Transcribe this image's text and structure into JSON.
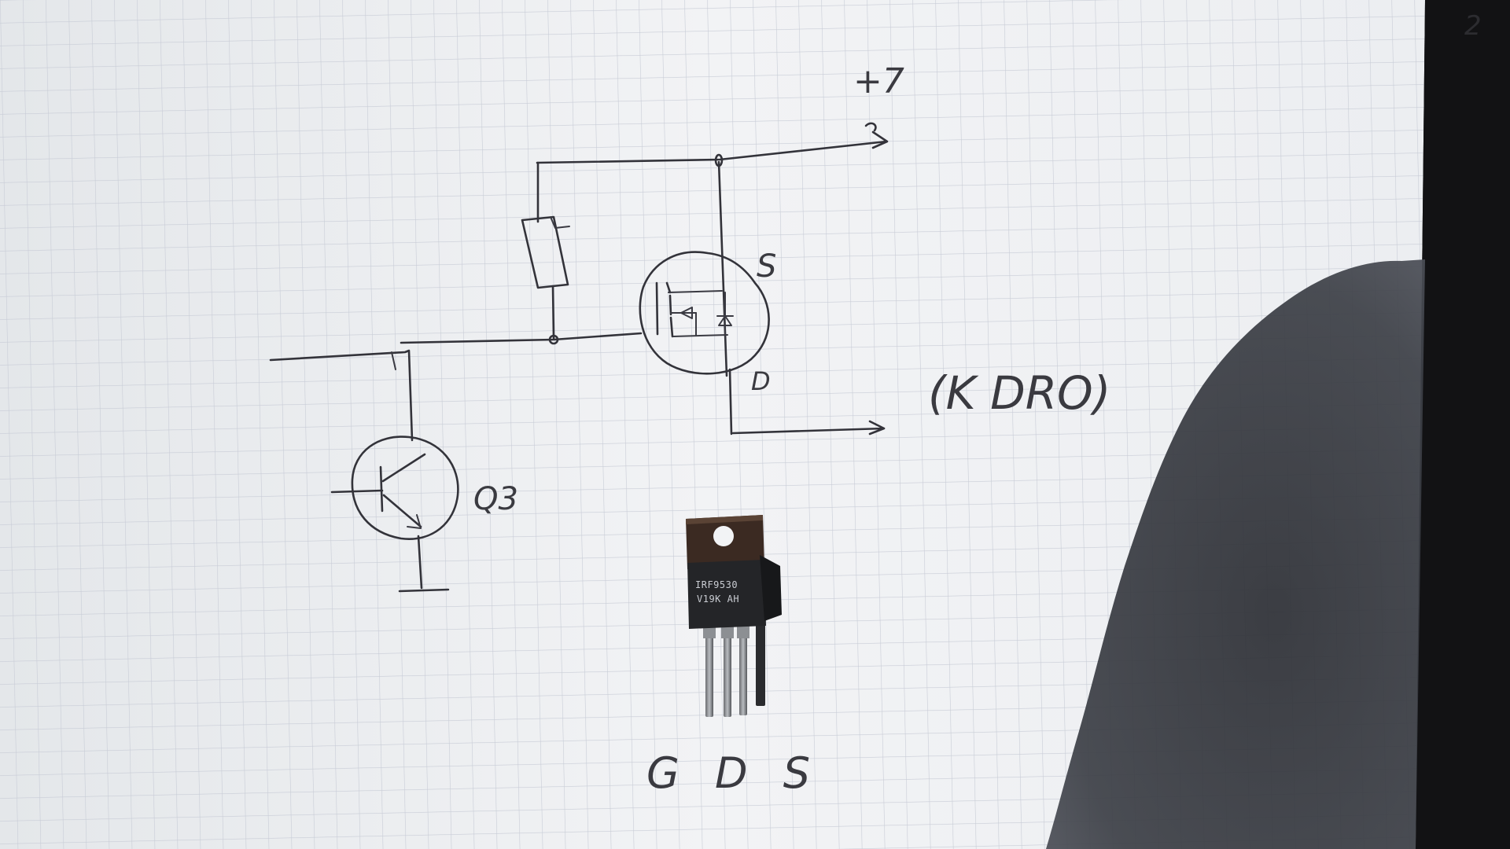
{
  "labels": {
    "supply": "+7",
    "source": "S",
    "drain": "D",
    "transistor": "Q3",
    "note": "(K DRO)",
    "pinout": "G D S",
    "edge_digit": "2"
  },
  "component": {
    "part_number": "IRF9530",
    "code_line": "V19K  AH"
  },
  "colors": {
    "paper": "#eef0f2",
    "grid": "#c8ccd6",
    "ink": "#33333a",
    "shadow": "#3a3d44",
    "background": "#141414"
  }
}
